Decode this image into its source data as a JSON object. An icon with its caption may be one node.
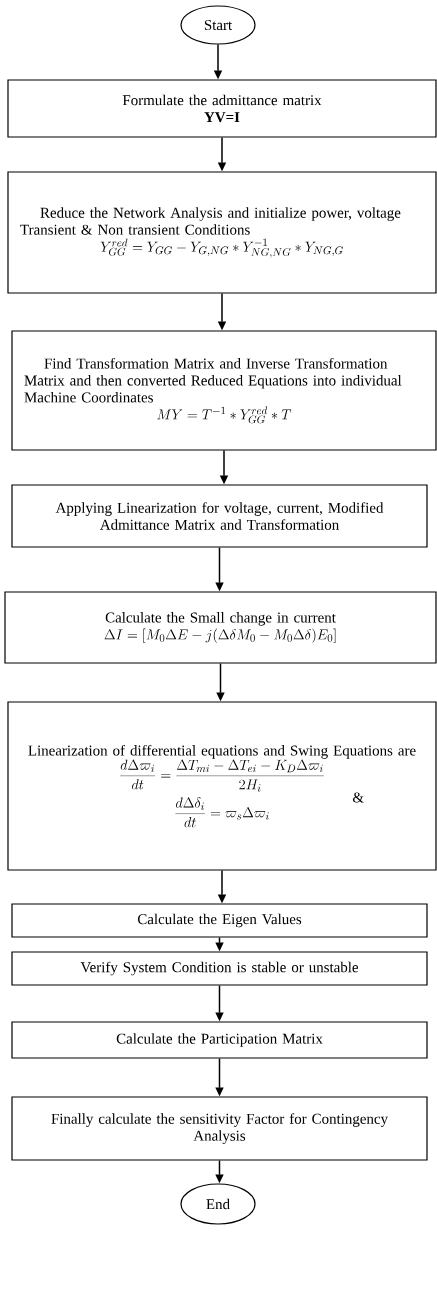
{
  "diagram": {
    "nodes": [
      {
        "text": [
          "Start"
        ]
      },
      {
        "text": [
          "Formulate the admittance matrix",
          "YV=I"
        ]
      },
      {
        "text": [
          "Reduce the Network Analysis and initialize power, voltage Transient & Non transient Conditions",
          "Y_{GG}^{red} = Y_{GG} - Y_{G,NG} * Y_{NG,NG}^{-1} * Y_{NG,G}"
        ]
      },
      {
        "text": [
          "Find Transformation Matrix and Inverse Transformation Matrix and then converted Reduced Equations into individual Machine Coordinates",
          "MY = T^{-1} * Y_{GG}^{red} * T"
        ]
      },
      {
        "text": [
          "Applying Linearization for voltage, current, Modified Admittance Matrix and Transformation"
        ]
      },
      {
        "text": [
          "Calculate the Small change in current",
          "\\Delta I = \\left[M_0 \\Delta E - j(\\Delta\\delta M_0 - M_0 \\Delta\\delta)E_0\\right]"
        ]
      },
      {
        "text": [
          "Linearization of differential equations and Swing Equations are",
          "\\frac{d\\Delta\\varpi_i}{dt} = \\frac{\\Delta T_{mi} - \\Delta T_{ei} - K_D \\Delta\\varpi_i}{2H_i}",
          "&",
          "\\frac{d\\Delta\\delta_i}{dt} = \\varpi_s \\Delta\\varpi_i"
        ]
      },
      {
        "text": [
          "Calculate the Eigen Values"
        ]
      },
      {
        "text": [
          "Verify System Condition is stable or unstable"
        ]
      },
      {
        "text": [
          "Calculate the Participation Matrix"
        ]
      },
      {
        "text": [
          "Finally calculate the sensitivity Factor for Contingency Analysis"
        ]
      },
      {
        "text": [
          "End"
        ]
      }
    ],
    "edges": [
      {
        "from": 0,
        "to": 1,
        "arrow": "to"
      },
      {
        "from": 1,
        "to": 2,
        "arrow": "to"
      },
      {
        "from": 2,
        "to": 3,
        "arrow": "to"
      },
      {
        "from": 3,
        "to": 4,
        "arrow": "to"
      },
      {
        "from": 4,
        "to": 5,
        "arrow": "to"
      },
      {
        "from": 5,
        "to": 6,
        "arrow": "to"
      },
      {
        "from": 6,
        "to": 7,
        "arrow": "to"
      },
      {
        "from": 7,
        "to": 8,
        "arrow": "to"
      },
      {
        "from": 8,
        "to": 9,
        "arrow": "to"
      },
      {
        "from": 9,
        "to": 10,
        "arrow": "to"
      },
      {
        "from": 10,
        "to": 11,
        "arrow": "to"
      }
    ]
  }
}
